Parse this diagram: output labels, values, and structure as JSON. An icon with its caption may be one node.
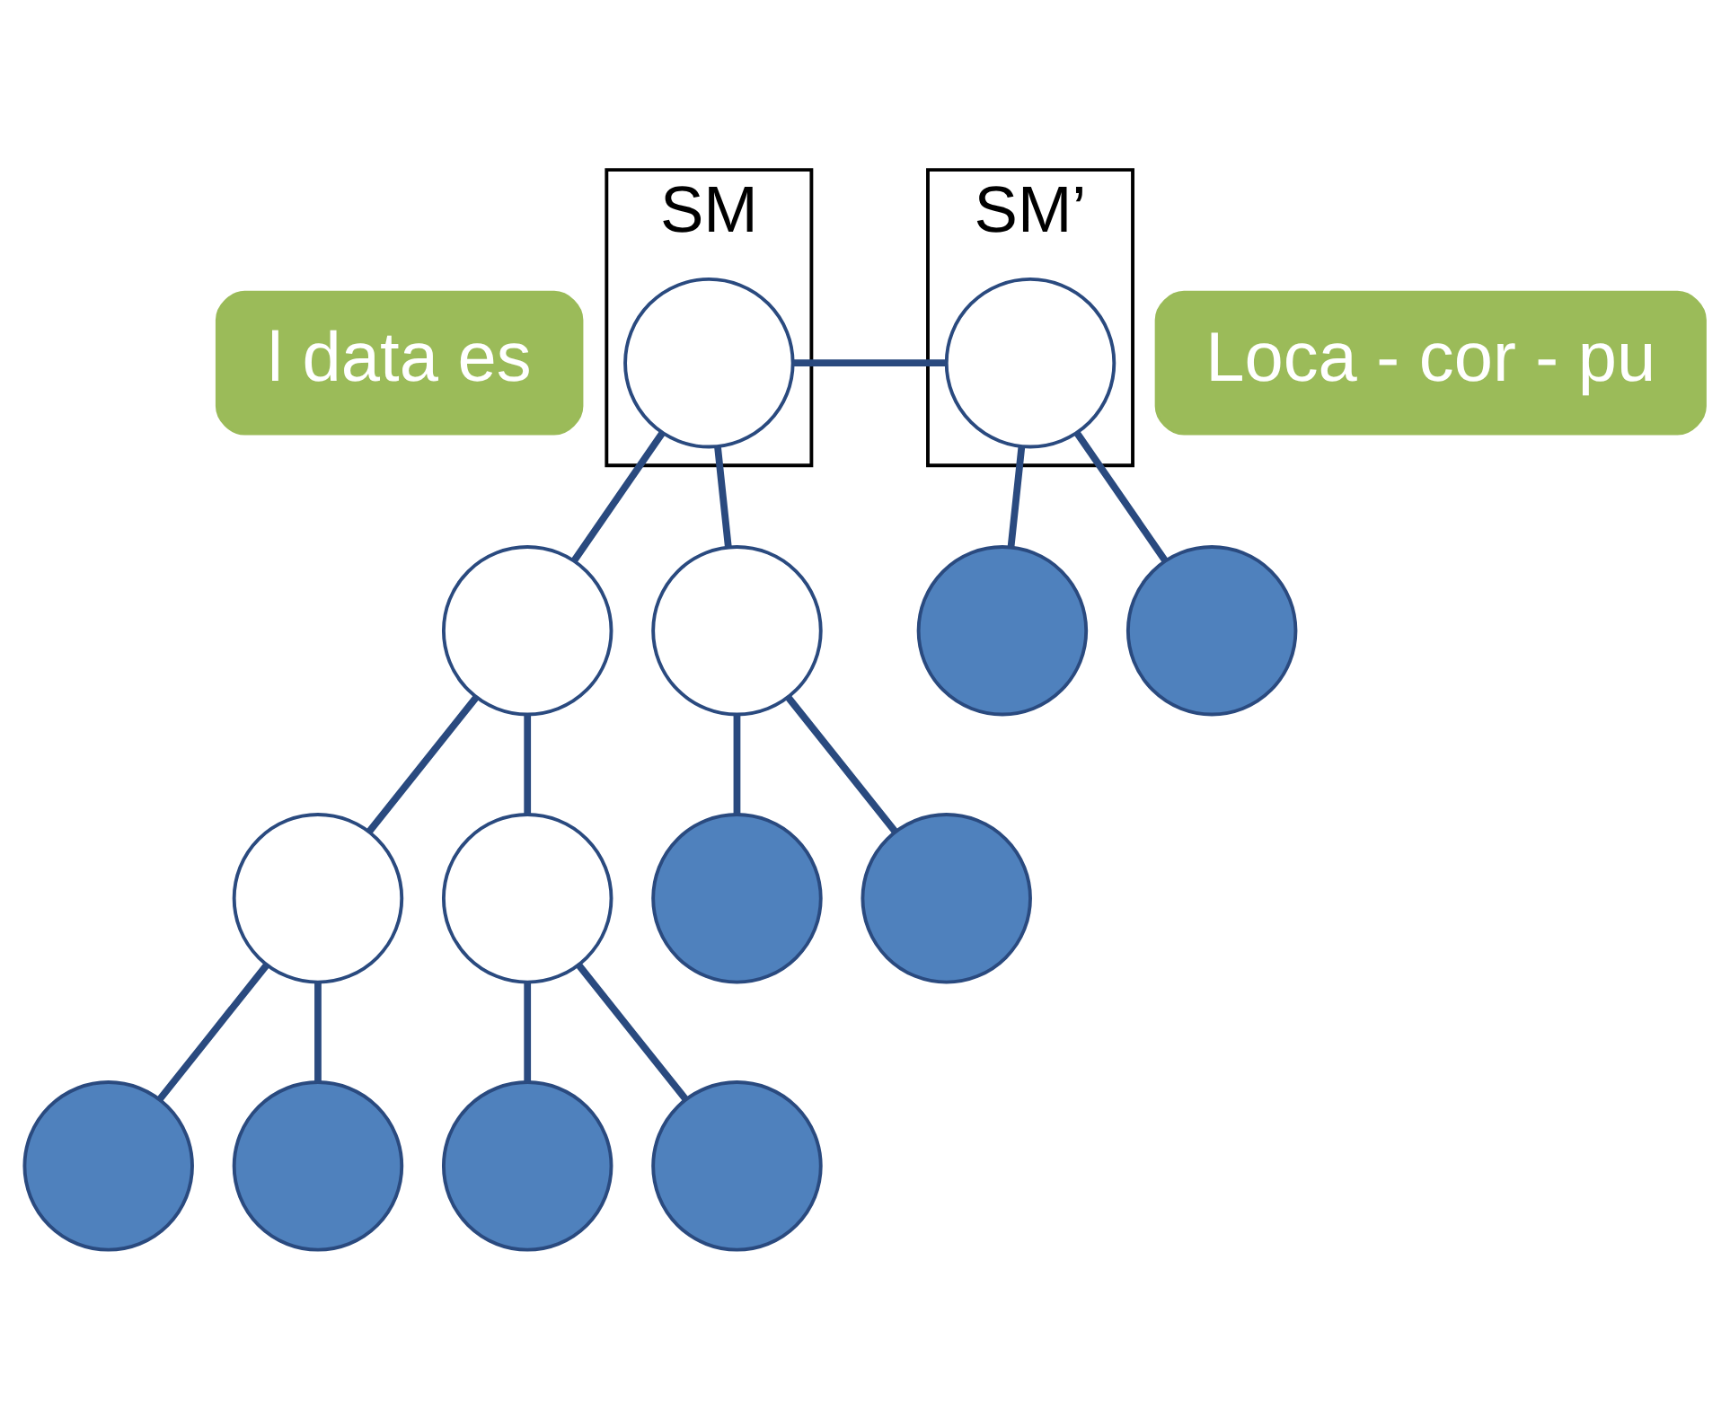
{
  "diagram": {
    "nodes": [
      {
        "text": [
          "l data es"
        ]
      },
      {
        "text": [
          "SM"
        ]
      },
      {
        "text": [],
        "shape": "circle",
        "in": 1
      },
      {
        "text": [
          "SM’"
        ]
      },
      {
        "text": [],
        "shape": "circle",
        "in": 3
      },
      {
        "text": [
          "Loca - cor - pu"
        ]
      },
      {
        "text": [],
        "shape": "circle"
      },
      {
        "text": [],
        "shape": "circle"
      },
      {
        "text": [],
        "shape": "circle"
      },
      {
        "text": [],
        "shape": "circle"
      },
      {
        "text": [],
        "shape": "circle"
      },
      {
        "text": [],
        "shape": "circle"
      },
      {
        "text": [],
        "shape": "circle"
      },
      {
        "text": [],
        "shape": "circle"
      },
      {
        "text": [],
        "shape": "circle"
      },
      {
        "text": [],
        "shape": "circle"
      },
      {
        "text": [],
        "shape": "circle"
      },
      {
        "text": [],
        "shape": "circle"
      }
    ],
    "edges": [
      {
        "from": 2,
        "to": 4,
        "arrow": "none"
      },
      {
        "from": 2,
        "to": 6,
        "arrow": "none"
      },
      {
        "from": 2,
        "to": 7,
        "arrow": "none"
      },
      {
        "from": 6,
        "to": 8,
        "arrow": "none"
      },
      {
        "from": 6,
        "to": 9,
        "arrow": "none"
      },
      {
        "from": 8,
        "to": 10,
        "arrow": "none"
      },
      {
        "from": 8,
        "to": 11,
        "arrow": "none"
      },
      {
        "from": 9,
        "to": 12,
        "arrow": "none"
      },
      {
        "from": 9,
        "to": 13,
        "arrow": "none"
      },
      {
        "from": 7,
        "to": 14,
        "arrow": "none"
      },
      {
        "from": 7,
        "to": 15,
        "arrow": "none"
      },
      {
        "from": 4,
        "to": 16,
        "arrow": "none"
      },
      {
        "from": 4,
        "to": 17,
        "arrow": "none"
      }
    ]
  }
}
